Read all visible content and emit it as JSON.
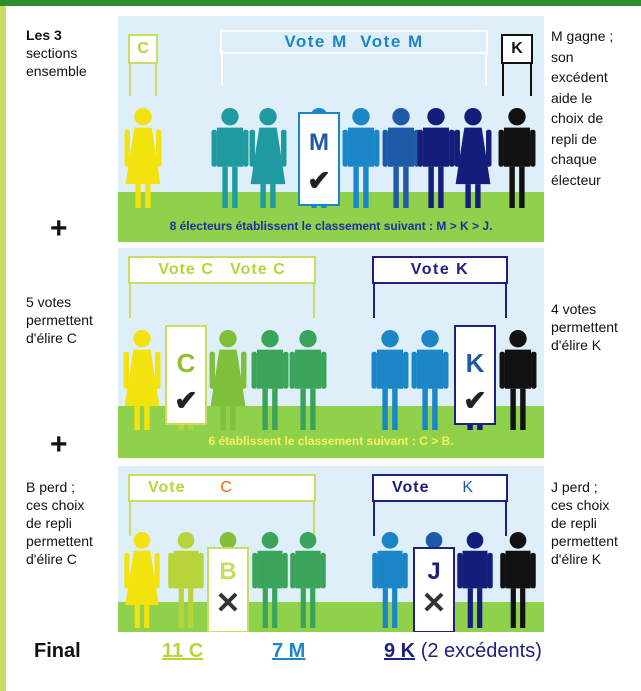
{
  "left_notes": {
    "section1_title": "Les 3",
    "section1_rest": "sections\nensemble",
    "section2": "5 votes\npermettent\nd'élire C",
    "section3": "B perd ;\nces choix\nde repli\npermettent\nd'élire C"
  },
  "right_notes": {
    "section1": "M gagne ;\nson\nexcédent\naide le\nchoix de\nrepli de\nchaque\nélecteur",
    "section2": "4 votes\npermettent\nd'élire K",
    "section3": "J perd ;\nces choix\nde repli\npermettent\nd'élire K"
  },
  "plus_symbol": "+",
  "panel1": {
    "sign_c": "C",
    "sign_vote": "Vote M  Vote M",
    "sign_k": "K",
    "ballot": "M",
    "check": "✔",
    "strip": "8 électeurs établissent le classement suivant : M > K > J."
  },
  "panel2": {
    "sign_left": "Vote C   Vote C",
    "sign_right": "Vote K",
    "ballot_left": "C",
    "ballot_right": "K",
    "check": "✔",
    "strip": "6 établissent le classement suivant : C > B."
  },
  "panel3": {
    "sign_left_vote": "Vote",
    "sign_left_new": "C",
    "sign_right_vote": "Vote",
    "sign_right_new": "K",
    "ballot_left": "B",
    "ballot_right": "J",
    "cross": "✕"
  },
  "final": {
    "label": "Final",
    "c": "11 C",
    "m": "7 M",
    "k": "9 K",
    "k_note": "(2 excédents)"
  },
  "colors": {
    "yellow": "#f2e30f",
    "lime": "#b7d43a",
    "green1": "#7fbf3a",
    "green2": "#3aa55a",
    "teal": "#1f9aa0",
    "blue1": "#1a86c8",
    "blue2": "#1f5aa8",
    "navy": "#141e7a",
    "black": "#111111"
  }
}
